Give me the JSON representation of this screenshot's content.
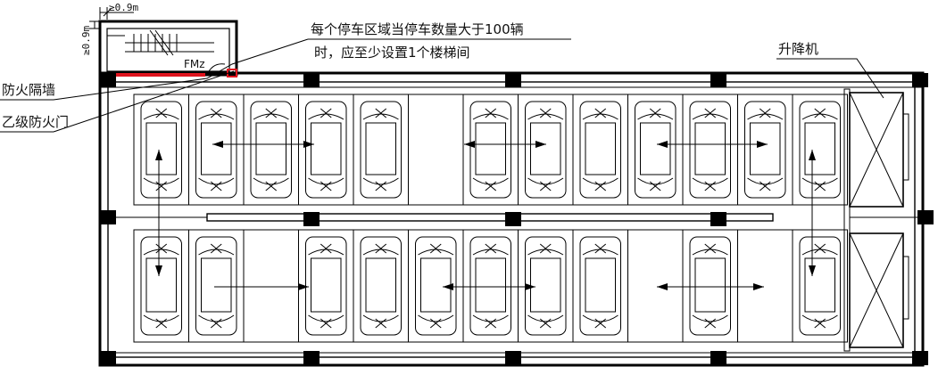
{
  "annotations": {
    "stair_rule_line1": "每个停车区域当停车数量大于100辆",
    "stair_rule_line2": "时，应至少设置1个楼梯间",
    "firewall": "防火隔墙",
    "fire_door": "乙级防火门",
    "lift": "升降机",
    "door_code": "FMz",
    "dim_horizontal": "≥0.9m",
    "dim_vertical": "≥0.9m"
  },
  "colors": {
    "firewall": "#e0141e",
    "line": "#000000",
    "column": "#000000"
  },
  "parking": {
    "upper_row_slots": [
      "car",
      "car",
      "car",
      "car",
      "car",
      "empty",
      "car",
      "car",
      "car",
      "car",
      "car",
      "car",
      "car"
    ],
    "lower_row_slots": [
      "car",
      "car",
      "empty",
      "car",
      "car",
      "car",
      "car",
      "car",
      "car",
      "empty",
      "car",
      "empty",
      "car"
    ]
  }
}
